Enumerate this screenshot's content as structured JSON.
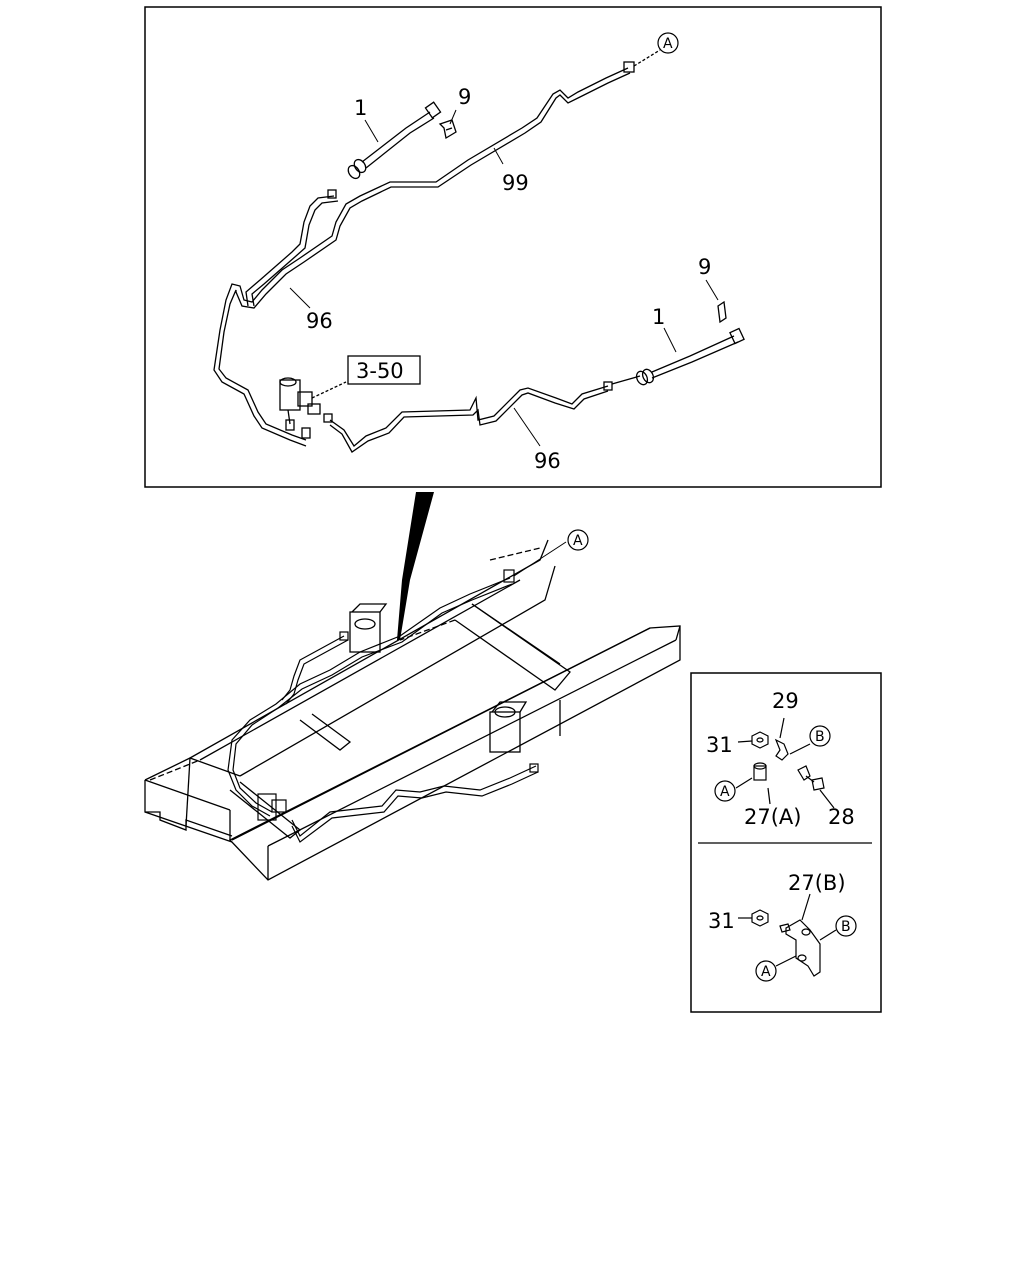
{
  "top_panel": {
    "callouts": [
      "1",
      "9",
      "99",
      "96",
      "9",
      "1",
      "96"
    ],
    "ref_box": "3-50",
    "connector": "A"
  },
  "frame_view": {
    "connector": "A"
  },
  "detail_panel": {
    "upper": {
      "callouts": [
        "29",
        "31",
        "27(A)",
        "28"
      ],
      "connectors": [
        "A",
        "B"
      ]
    },
    "lower": {
      "callouts": [
        "27(B)",
        "31"
      ],
      "connectors": [
        "A",
        "B"
      ]
    }
  }
}
